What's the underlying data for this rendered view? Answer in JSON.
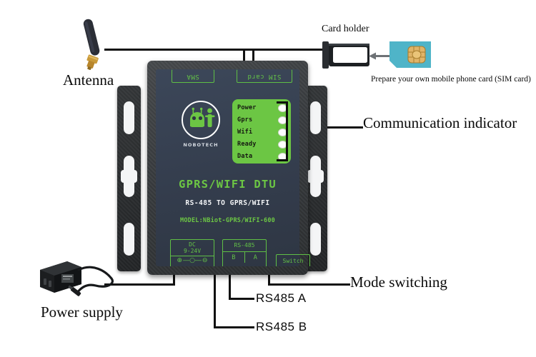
{
  "diagram": {
    "title": "GPRS/WIFI DTU product callout diagram"
  },
  "device": {
    "brand": "NOBOTECH",
    "title_main": "GPRS/WIFI DTU",
    "title_sub": "RS-485 TO GPRS/WIFI",
    "model": "MODEL:NBiot-GPRS/WIFI-600",
    "ports_top": [
      {
        "name": "sma",
        "label": "SMA",
        "rotated": true
      },
      {
        "name": "sim",
        "label": "SIM card",
        "rotated": true
      }
    ],
    "indicators": {
      "panel_color": "#6cc644",
      "leds": [
        {
          "label": "Power"
        },
        {
          "label": "Gprs"
        },
        {
          "label": "Wifi"
        },
        {
          "label": "Ready"
        },
        {
          "label": "Data"
        }
      ]
    },
    "connectors": {
      "dc": {
        "line1": "DC",
        "line2": "9-24V",
        "polarity_positive": "⊕",
        "polarity_center": "―○―",
        "polarity_negative": "⊖"
      },
      "rs485": {
        "title": "RS-485",
        "terminal_b": "B",
        "terminal_a": "A"
      },
      "switch": {
        "label": "Switch"
      }
    }
  },
  "accessories": {
    "antenna_label": "Antenna",
    "card_holder_label": "Card holder",
    "sim_note": "Prepare your own mobile phone card (SIM card)",
    "power_supply_label": "Power supply"
  },
  "callouts": {
    "communication_indicator": "Communication indicator",
    "mode_switching": "Mode switching",
    "rs485_a": "RS485  A",
    "rs485_b": "RS485  B"
  },
  "colors": {
    "accent_green": "#6cc644",
    "faceplate_navy": "#36404f",
    "shell_dark": "#3a3d40",
    "sim_teal": "#4fb4c8",
    "sim_chip_gold": "#d9a94e",
    "line_black": "#111111"
  }
}
